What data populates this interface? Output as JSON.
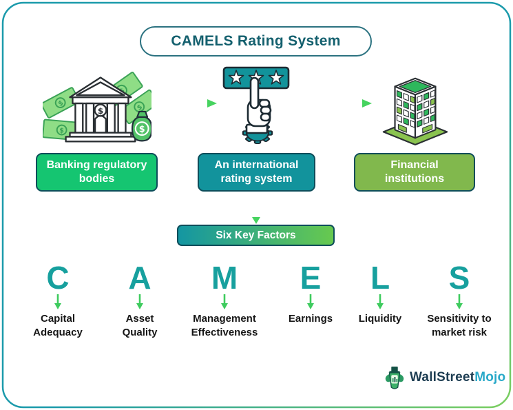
{
  "title": "CAMELS Rating System",
  "flow": {
    "nodes": [
      {
        "label": "Banking regulatory bodies",
        "icon": "bank-money-icon",
        "color": "#15c571"
      },
      {
        "label": "An international rating system",
        "icon": "star-rating-hand-icon",
        "color": "#12939c"
      },
      {
        "label": "Financial institutions",
        "icon": "office-building-icon",
        "color": "#81b84d"
      }
    ],
    "six_key_factors_label": "Six Key Factors"
  },
  "factors": [
    {
      "letter": "C",
      "label": "Capital Adequacy"
    },
    {
      "letter": "A",
      "label": "Asset Quality"
    },
    {
      "letter": "M",
      "label": "Management Effectiveness"
    },
    {
      "letter": "E",
      "label": "Earnings"
    },
    {
      "letter": "L",
      "label": "Liquidity"
    },
    {
      "letter": "S",
      "label": "Sensitivity to market risk"
    }
  ],
  "logo": {
    "part1": "WallStreet",
    "part2": "Mojo"
  },
  "colors": {
    "title_teal": "#14606e",
    "accent_teal": "#12939c",
    "accent_green": "#15c571",
    "accent_olive": "#81b84d",
    "letter_teal": "#17a09e",
    "arrow_green": "#3ecb5e",
    "border_gradient_start": "#1b9aab",
    "border_gradient_end": "#7ccf5f"
  }
}
